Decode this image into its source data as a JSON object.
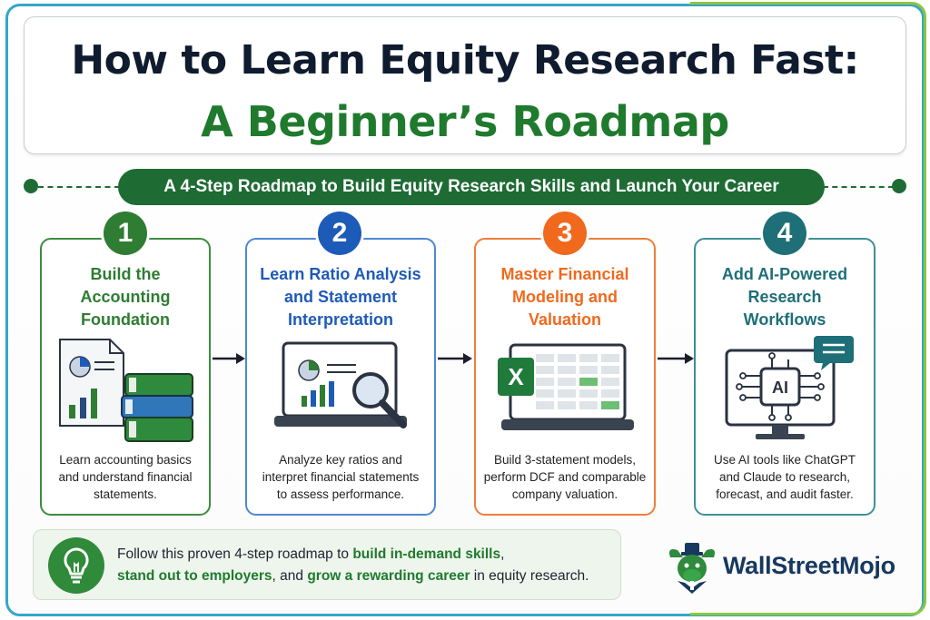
{
  "header": {
    "title_line1": "How to Learn Equity Research Fast:",
    "title_line2": "A Beginner’s Roadmap"
  },
  "ribbon": {
    "text": "A 4-Step Roadmap to Build Equity Research Skills and Launch Your Career"
  },
  "steps": [
    {
      "number": "1",
      "title": "Build the\nAccounting\nFoundation",
      "description": "Learn accounting basics\nand understand financial\nstatements.",
      "color": "#2e7d32",
      "icon": "accounting-books-icon"
    },
    {
      "number": "2",
      "title": "Learn Ratio Analysis\nand Statement\nInterpretation",
      "description": "Analyze key ratios and\ninterpret financial statements\nto assess performance.",
      "color": "#1e5bb8",
      "icon": "laptop-magnifier-icon"
    },
    {
      "number": "3",
      "title": "Master Financial\nModeling and\nValuation",
      "description": "Build 3-statement models,\nperform DCF and comparable\ncompany valuation.",
      "color": "#f0691d",
      "icon": "excel-laptop-icon"
    },
    {
      "number": "4",
      "title": "Add AI-Powered\nResearch\nWorkflows",
      "description": "Use AI tools like ChatGPT\nand Claude to research,\nforecast, and audit faster.",
      "color": "#1e6f78",
      "icon": "ai-monitor-icon",
      "ai_label": "AI"
    }
  ],
  "excel_label": "X",
  "footer": {
    "tip_parts": [
      {
        "text": "Follow this proven 4-step roadmap to ",
        "bold": false
      },
      {
        "text": "build in-demand skills",
        "bold": true
      },
      {
        "text": ", ",
        "bold": false
      },
      {
        "text": "stand out to employers",
        "bold": true
      },
      {
        "text": ", and ",
        "bold": false
      },
      {
        "text": "grow a rewarding career",
        "bold": true
      },
      {
        "text": " in equity research.",
        "bold": false
      }
    ],
    "tip_icon": "lightbulb-icon",
    "brand_name": "WallStreetMojo",
    "brand_icon": "bull-mascot-icon"
  },
  "colors": {
    "green_dark": "#1e6b34",
    "green": "#2e7d32",
    "blue": "#1e5bb8",
    "orange": "#f0691d",
    "teal": "#1e6f78",
    "navy": "#0f1b2e"
  }
}
